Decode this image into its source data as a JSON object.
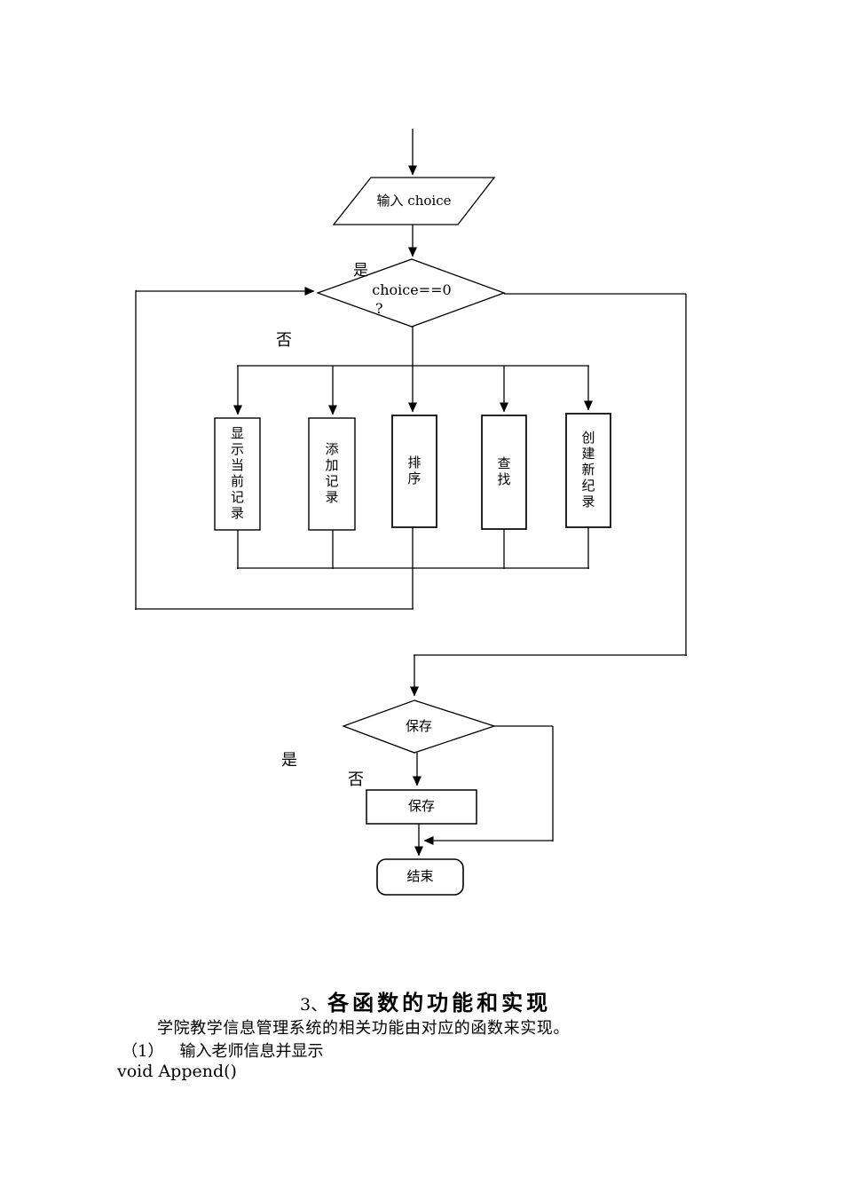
{
  "flowchart": {
    "input_label": "输入 choice",
    "decision1_text": "choice==0",
    "decision1_q": "?",
    "yes1": "是",
    "no1": "否",
    "branches": [
      "显示当前记录",
      "添加记录",
      "排序",
      "查找",
      "创建新纪录"
    ],
    "decision2_text": "保存",
    "yes2": "是",
    "no2": "否",
    "save_box": "保存",
    "end_box": "结束"
  },
  "document": {
    "heading_number": "3、",
    "heading_title": "各函数的功能和实现",
    "paragraph": "学院教学信息管理系统的相关功能由对应的函数来实现。",
    "item1_number": "（1）",
    "item1_text": "输入老师信息并显示",
    "code_line": "void Append()"
  },
  "colors": {
    "stroke": "#000000",
    "background": "#ffffff"
  }
}
